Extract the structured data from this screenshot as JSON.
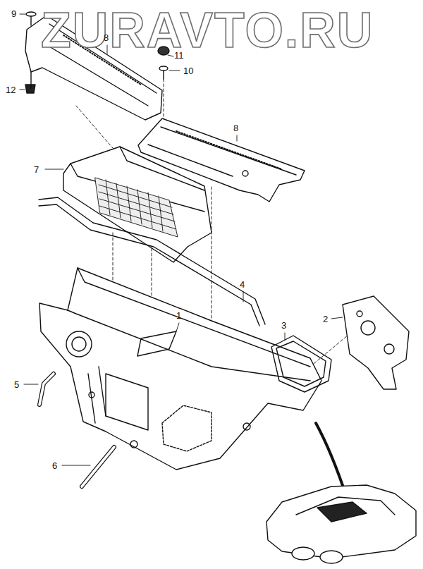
{
  "diagram": {
    "labels": [
      "ZURAVTO.RU",
      "9",
      "8",
      "11",
      "10",
      "12",
      "8",
      "7",
      "4",
      "1",
      "2",
      "3",
      "5",
      "6"
    ]
  }
}
